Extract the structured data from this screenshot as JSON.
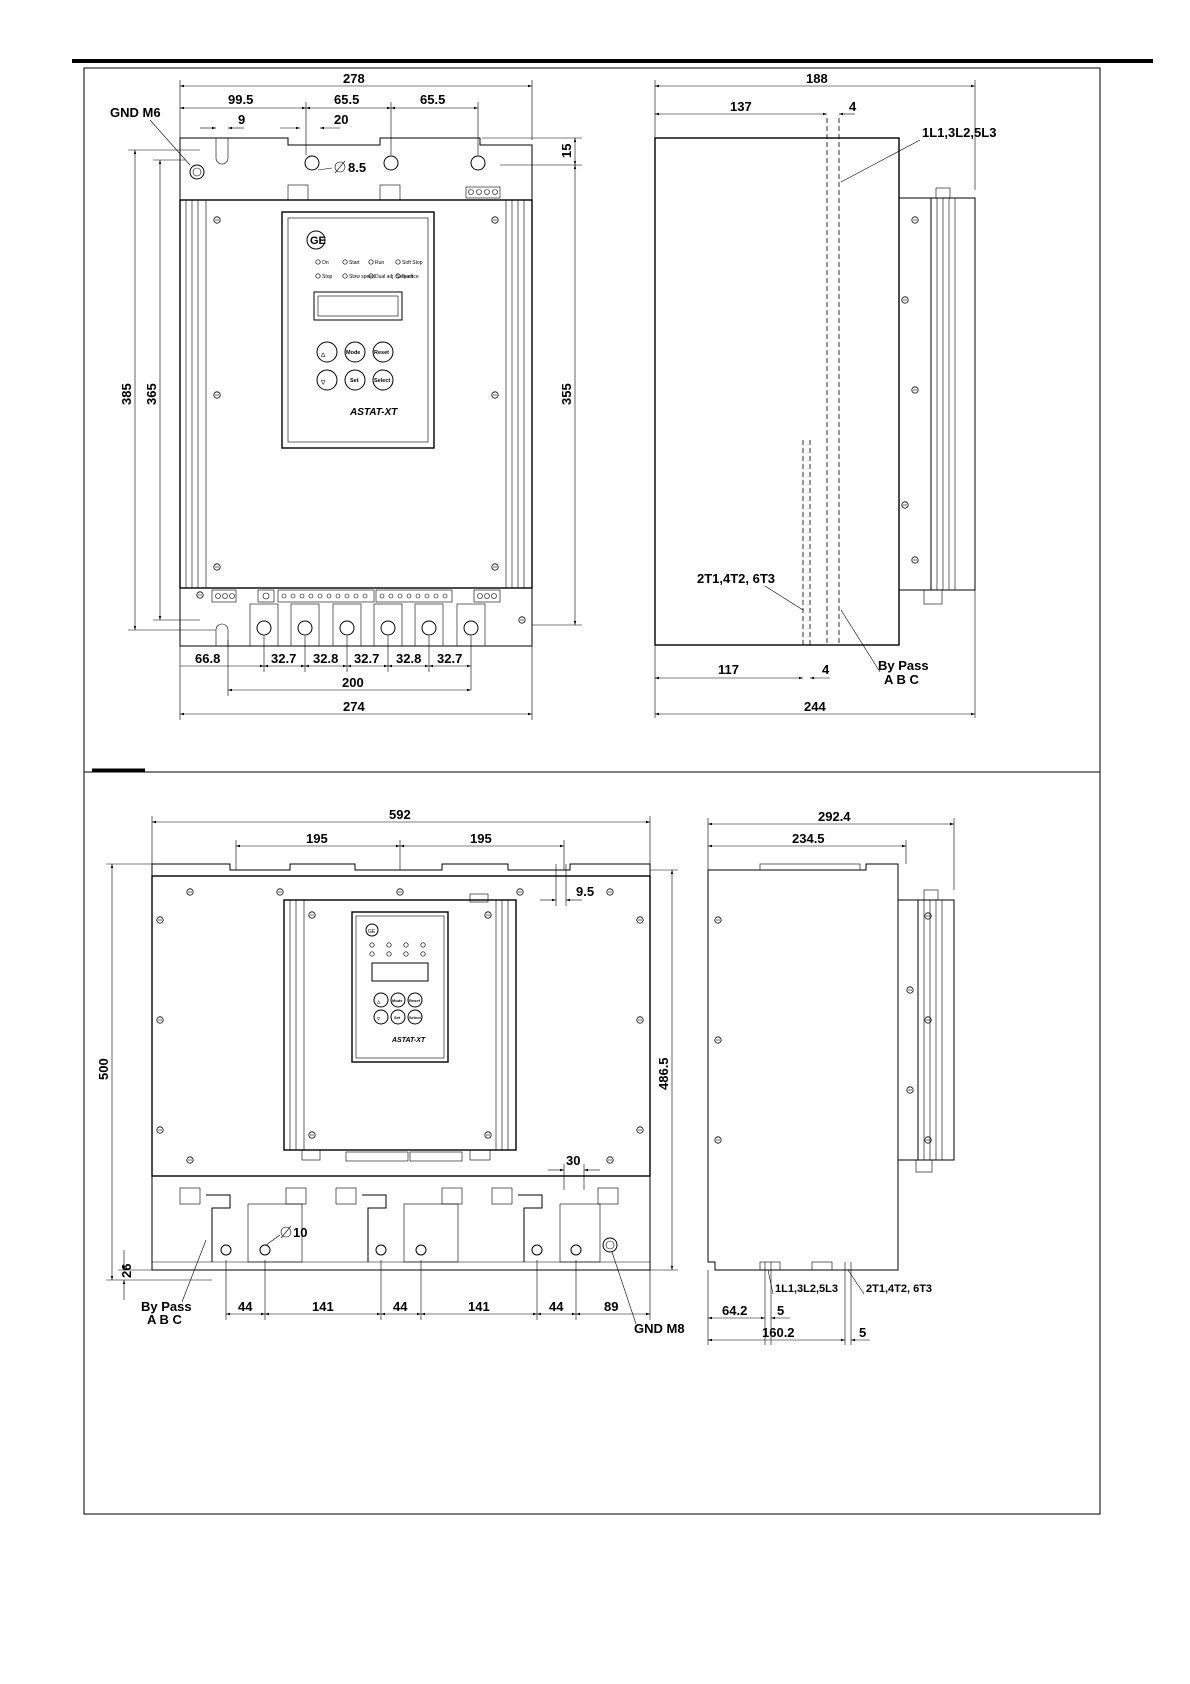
{
  "frame_top": {
    "front": {
      "dims": {
        "overall_width": "278",
        "left_offset": "99.5",
        "hole_spacing_1": "65.5",
        "hole_spacing_2": "65.5",
        "slot": "9",
        "slot_2": "20",
        "hole_dia": "8.5",
        "top_offset": "15",
        "height_outer": "385",
        "height_inner": "365",
        "height_right": "355",
        "bottom_left": "66.8",
        "bottom_1": "32.7",
        "bottom_2": "32.8",
        "bottom_3": "32.7",
        "bottom_4": "32.8",
        "bottom_5": "32.7",
        "bottom_span": "200",
        "bottom_width": "274"
      },
      "gnd_label": "GND M6",
      "product_name": "ASTAT-XT",
      "leds_row1": [
        "On",
        "Start",
        "Run",
        "Soft Stop"
      ],
      "leds_row2": [
        "Stop",
        "Slow speed",
        "Dual adj. Sequence",
        "Fault"
      ],
      "keys": [
        "△",
        "Mode",
        "Reset",
        "▽",
        "Set",
        "Select"
      ]
    },
    "side": {
      "dims": {
        "overall_depth": "188",
        "depth_1": "137",
        "gap_top": "4",
        "depth_bottom": "117",
        "gap_bottom": "4",
        "total_depth": "244"
      },
      "label_line": "1L1,3L2,5L3",
      "label_load": "2T1,4T2, 6T3",
      "label_bypass": "By Pass",
      "label_abc": "A B C"
    }
  },
  "frame_bottom": {
    "front": {
      "dims": {
        "overall_width": "592",
        "spacing_1": "195",
        "spacing_2": "195",
        "slot": "9.5",
        "height_left": "500",
        "height_right": "486.5",
        "bus_gap": "30",
        "hole_dia": "10",
        "bottom_offset": "26",
        "b1": "44",
        "b2": "141",
        "b3": "44",
        "b4": "141",
        "b5": "44",
        "b6": "89"
      },
      "label_bypass": "By Pass",
      "label_abc": "A B C",
      "gnd_label": "GND M8",
      "product_name": "ASTAT-XT",
      "keys": [
        "△",
        "Mode",
        "Reset",
        "▽",
        "Set",
        "Select"
      ]
    },
    "side": {
      "dims": {
        "overall_depth": "292.4",
        "depth_1": "234.5",
        "b1": "64.2",
        "b1_gap": "5",
        "b2": "160.2",
        "b2_gap": "5"
      },
      "label_line": "1L1,3L2,5L3",
      "label_load": "2T1,4T2, 6T3"
    }
  }
}
